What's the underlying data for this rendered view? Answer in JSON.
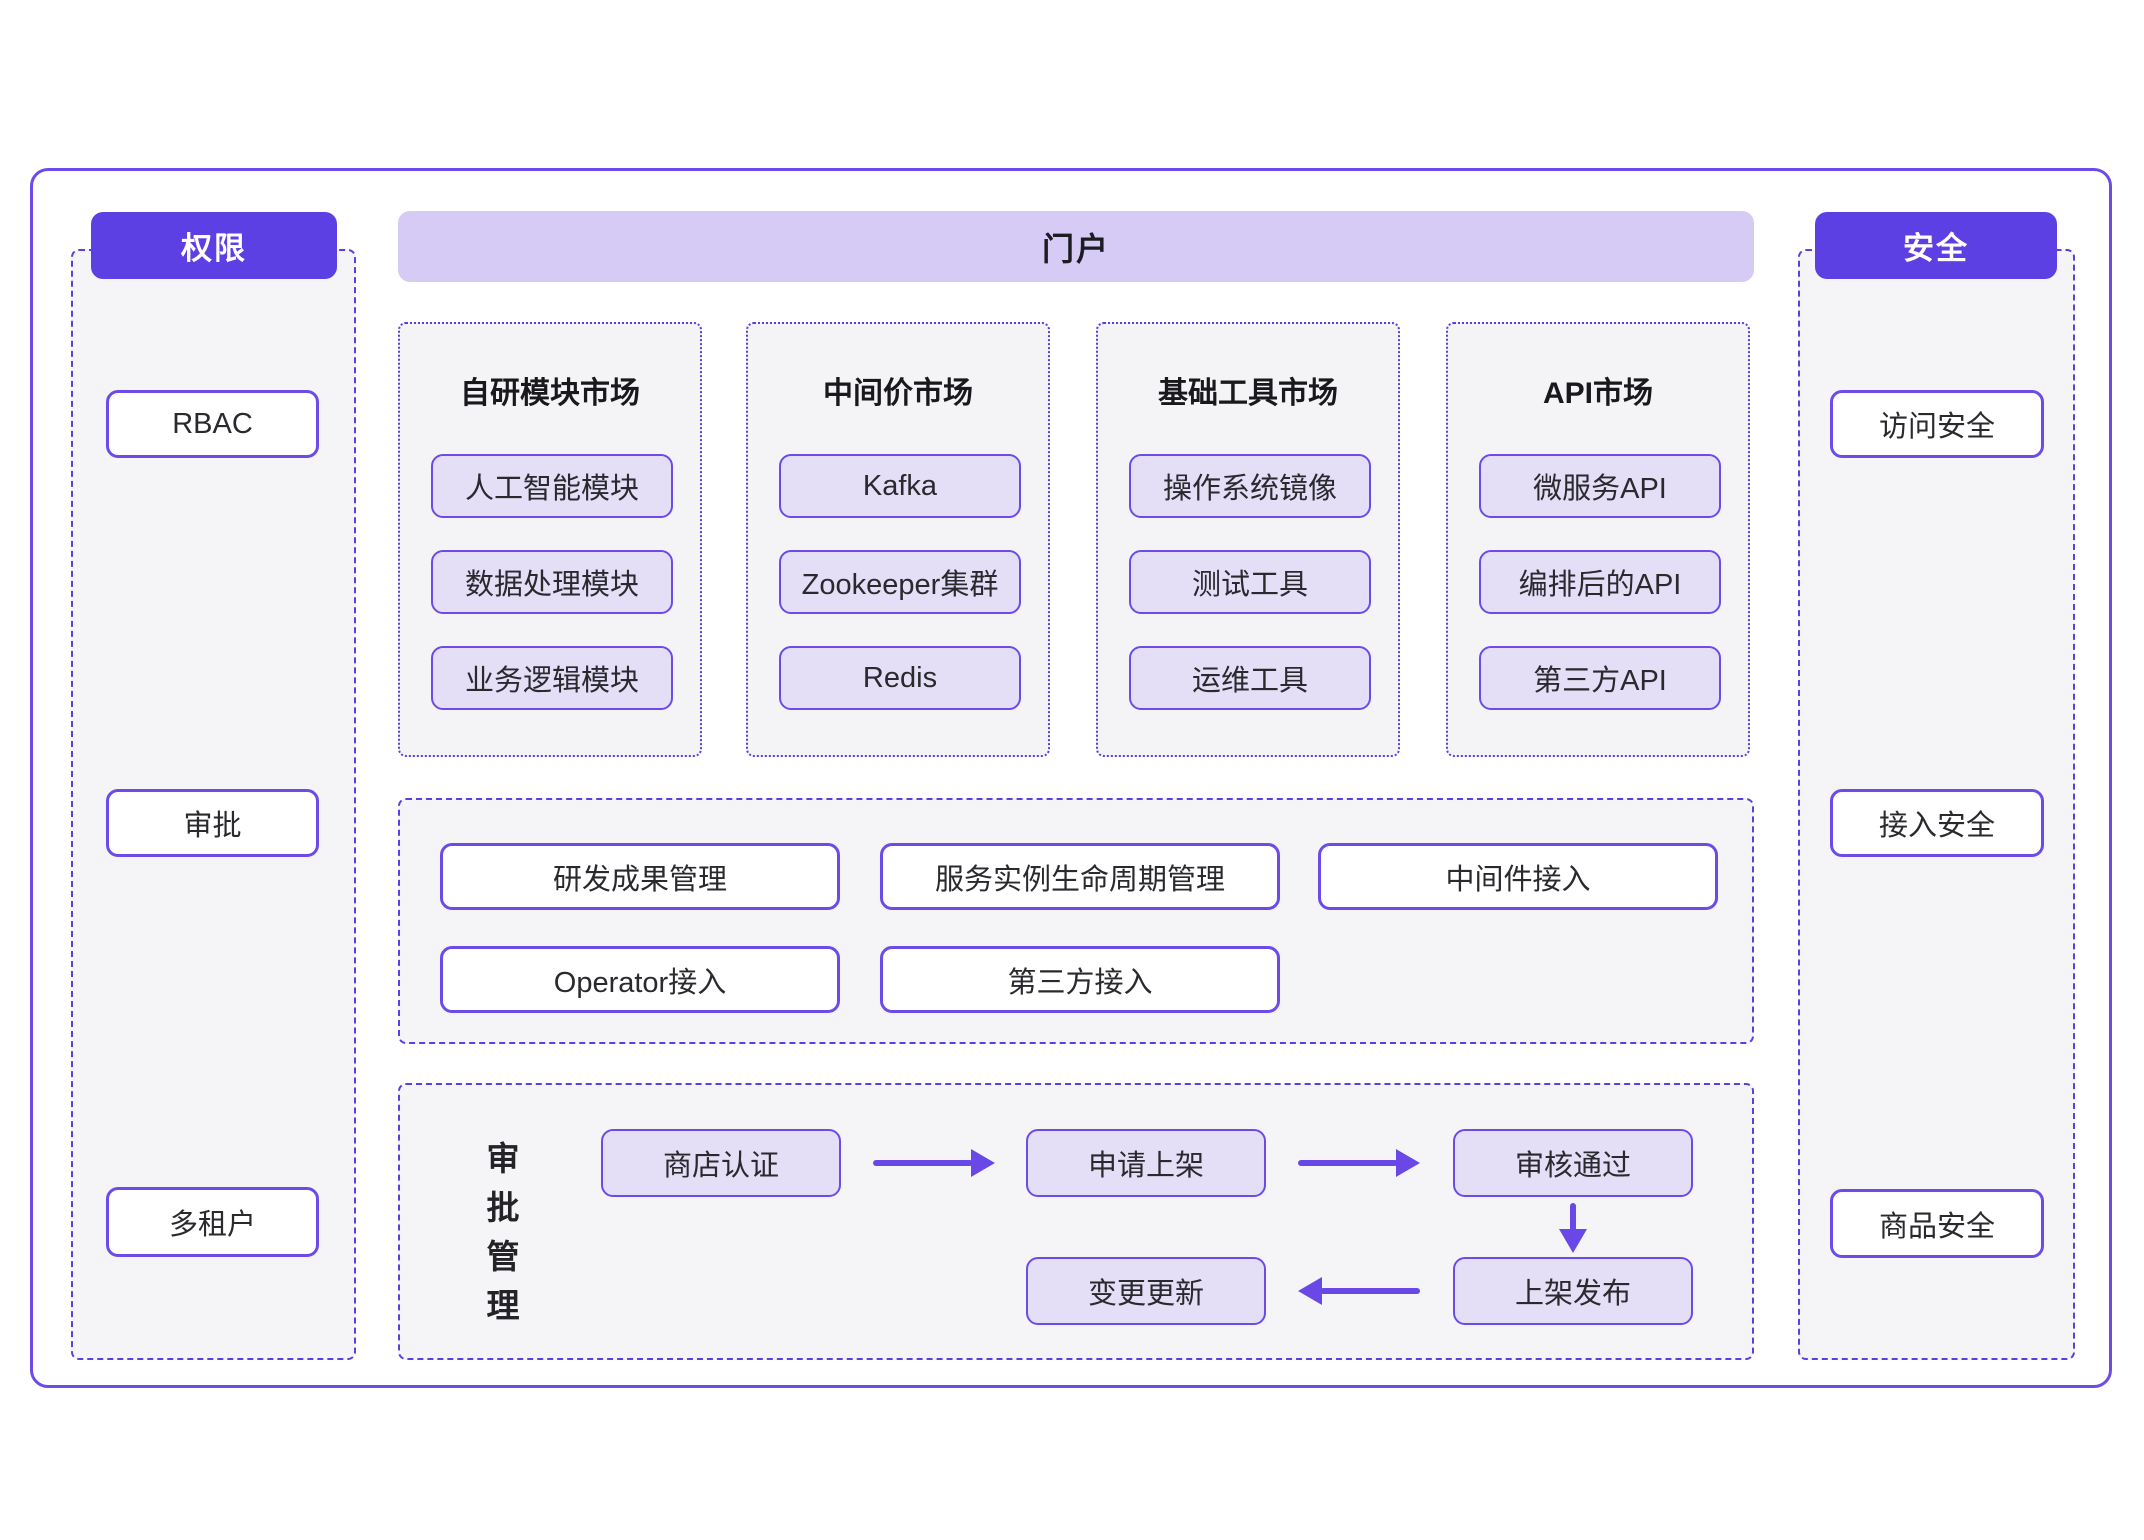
{
  "left_panel": {
    "title": "权限",
    "items": [
      "RBAC",
      "审批",
      "多租户"
    ]
  },
  "portal_banner": {
    "title": "门户"
  },
  "marketplaces": [
    {
      "title": "自研模块市场",
      "items": [
        "人工智能模块",
        "数据处理模块",
        "业务逻辑模块"
      ]
    },
    {
      "title": "中间价市场",
      "items": [
        "Kafka",
        "Zookeeper集群",
        "Redis"
      ]
    },
    {
      "title": "基础工具市场",
      "items": [
        "操作系统镜像",
        "测试工具",
        "运维工具"
      ]
    },
    {
      "title": "API市场",
      "items": [
        "微服务API",
        "编排后的API",
        "第三方API"
      ]
    }
  ],
  "management_section": {
    "row1": [
      "研发成果管理",
      "服务实例生命周期管理",
      "中间件接入"
    ],
    "row2": [
      "Operator接入",
      "第三方接入"
    ]
  },
  "approval_section": {
    "vertical_label": "审批管理",
    "steps": {
      "store_cert": "商店认证",
      "apply_listing": "申请上架",
      "review_pass": "审核通过",
      "publish": "上架发布",
      "change_update": "变更更新"
    }
  },
  "right_panel": {
    "title": "安全",
    "items": [
      "访问安全",
      "接入安全",
      "商品安全"
    ]
  },
  "colors": {
    "accent": "#5D40E3",
    "box_border": "#6C4BE8",
    "dashed_border": "#5B3FE0",
    "banner_bg": "#D5CBF5",
    "chip_bg": "#E4DEF7",
    "section_bg": "#F5F5F8",
    "arrow": "#6A48E8",
    "text_dark": "#232328"
  }
}
